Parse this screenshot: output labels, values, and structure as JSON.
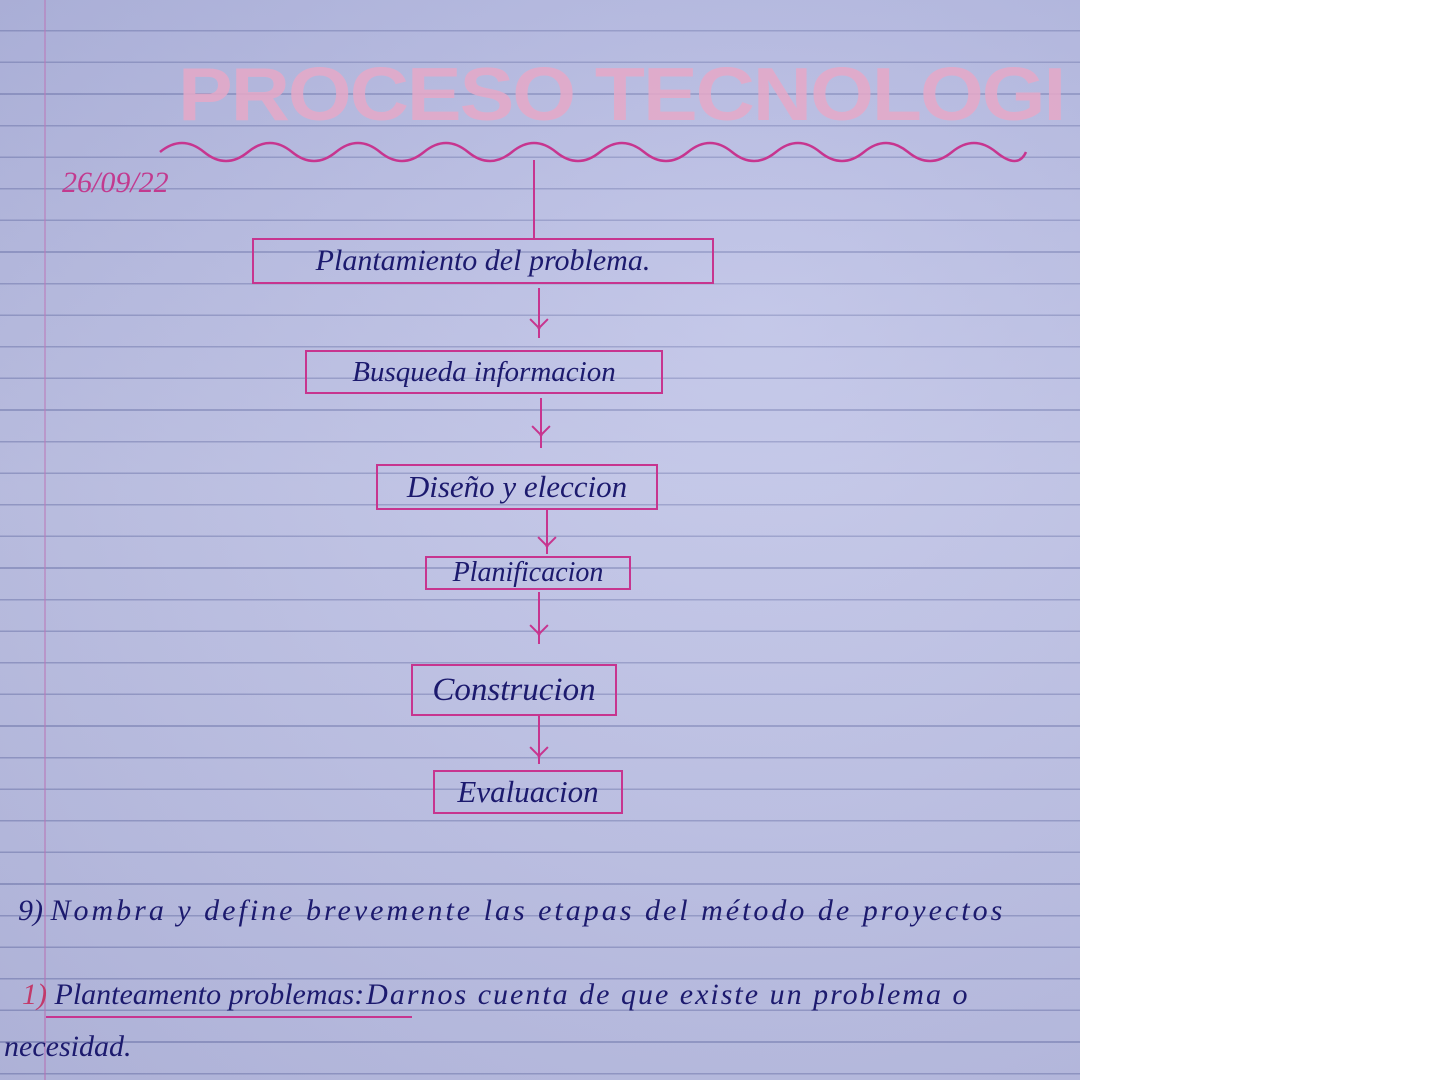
{
  "title": "PROCESO TECNOLOGI",
  "date": "26/09/22",
  "flow": {
    "steps": [
      "Plantamiento del problema.",
      "Busqueda informacion",
      "Diseño y eleccion",
      "Planificacion",
      "Construcion",
      "Evaluacion"
    ]
  },
  "question": {
    "number": "9)",
    "text": "Nombra y define brevemente las etapas del método de proyectos"
  },
  "answer": {
    "number": "1)",
    "term": "Planteamento problemas",
    "definition": ":Darnos cuenta de que existe un problema o",
    "continuation": "necesidad."
  },
  "colors": {
    "ink_pink": "#c7358f",
    "ink_blue": "#1c1a6e",
    "paper": "#b9bde6"
  }
}
